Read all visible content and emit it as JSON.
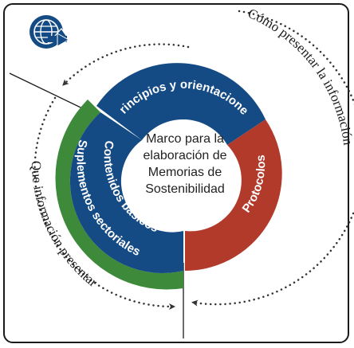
{
  "center": {
    "lines": [
      "Marco para la",
      "elaboración de",
      "Memorias de",
      "Sostenibilidad"
    ]
  },
  "segments": {
    "top": {
      "label": "Principios y orientaciones",
      "color": "#154b84"
    },
    "left": {
      "label": "Contenidos básicos",
      "color": "#154b84"
    },
    "right": {
      "label": "Protocolos",
      "color": "#b23a2b"
    },
    "outer": {
      "label": "Suplementos sectoriales",
      "color": "#3e8a3b"
    }
  },
  "outer_labels": {
    "right": "Cómo presentar la información",
    "left": "Que información presentar"
  },
  "logo": {
    "icon": "globe-arrow-logo-icon",
    "color": "#154b84"
  }
}
